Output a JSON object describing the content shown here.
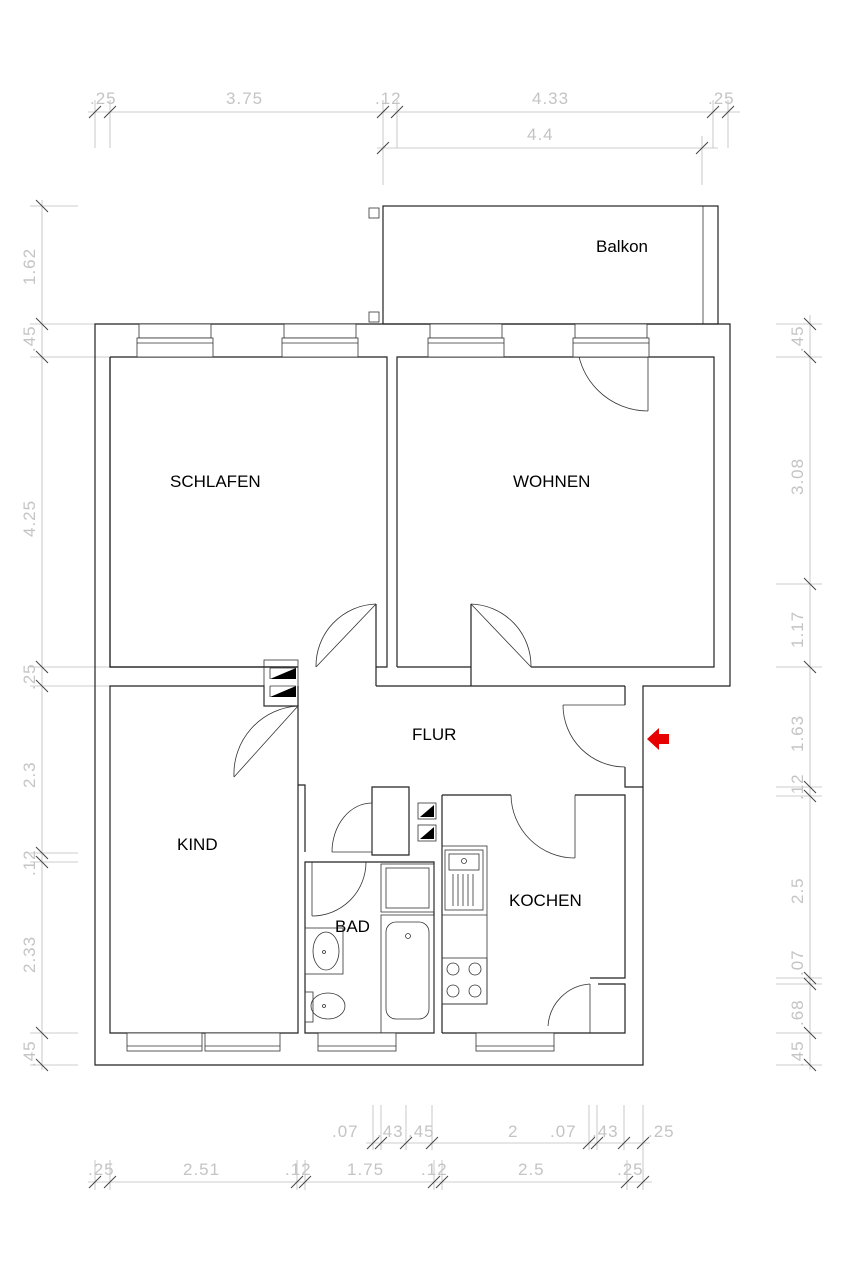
{
  "rooms": {
    "balkon": "Balkon",
    "schlafen": "SCHLAFEN",
    "wohnen": "WOHNEN",
    "flur": "FLUR",
    "kind": "KIND",
    "bad": "BAD",
    "kochen": "KOCHEN"
  },
  "dimensions": {
    "top_row1": [
      ".25",
      "3.75",
      ".12",
      "4.33",
      ".25"
    ],
    "top_row2": [
      "4.4"
    ],
    "left": [
      "1.62",
      ".45",
      "4.25",
      ".25",
      "2.3",
      ".12",
      "2.33",
      ".45"
    ],
    "right": [
      ".45",
      "3.08",
      "1.17",
      "1.63",
      ".12",
      "2.5",
      ".07",
      ".68",
      ".45"
    ],
    "bottom_row1": [
      ".07",
      ".43",
      ".45",
      "2",
      ".07",
      ".43",
      ".25"
    ],
    "bottom_row2": [
      ".25",
      "2.51",
      ".12",
      "1.75",
      ".12",
      "2.5",
      ".25"
    ]
  },
  "colors": {
    "entrance_arrow": "#e60000",
    "dimension_text": "#c4c4c4"
  },
  "icons": {
    "entrance": "entrance-arrow-icon"
  }
}
